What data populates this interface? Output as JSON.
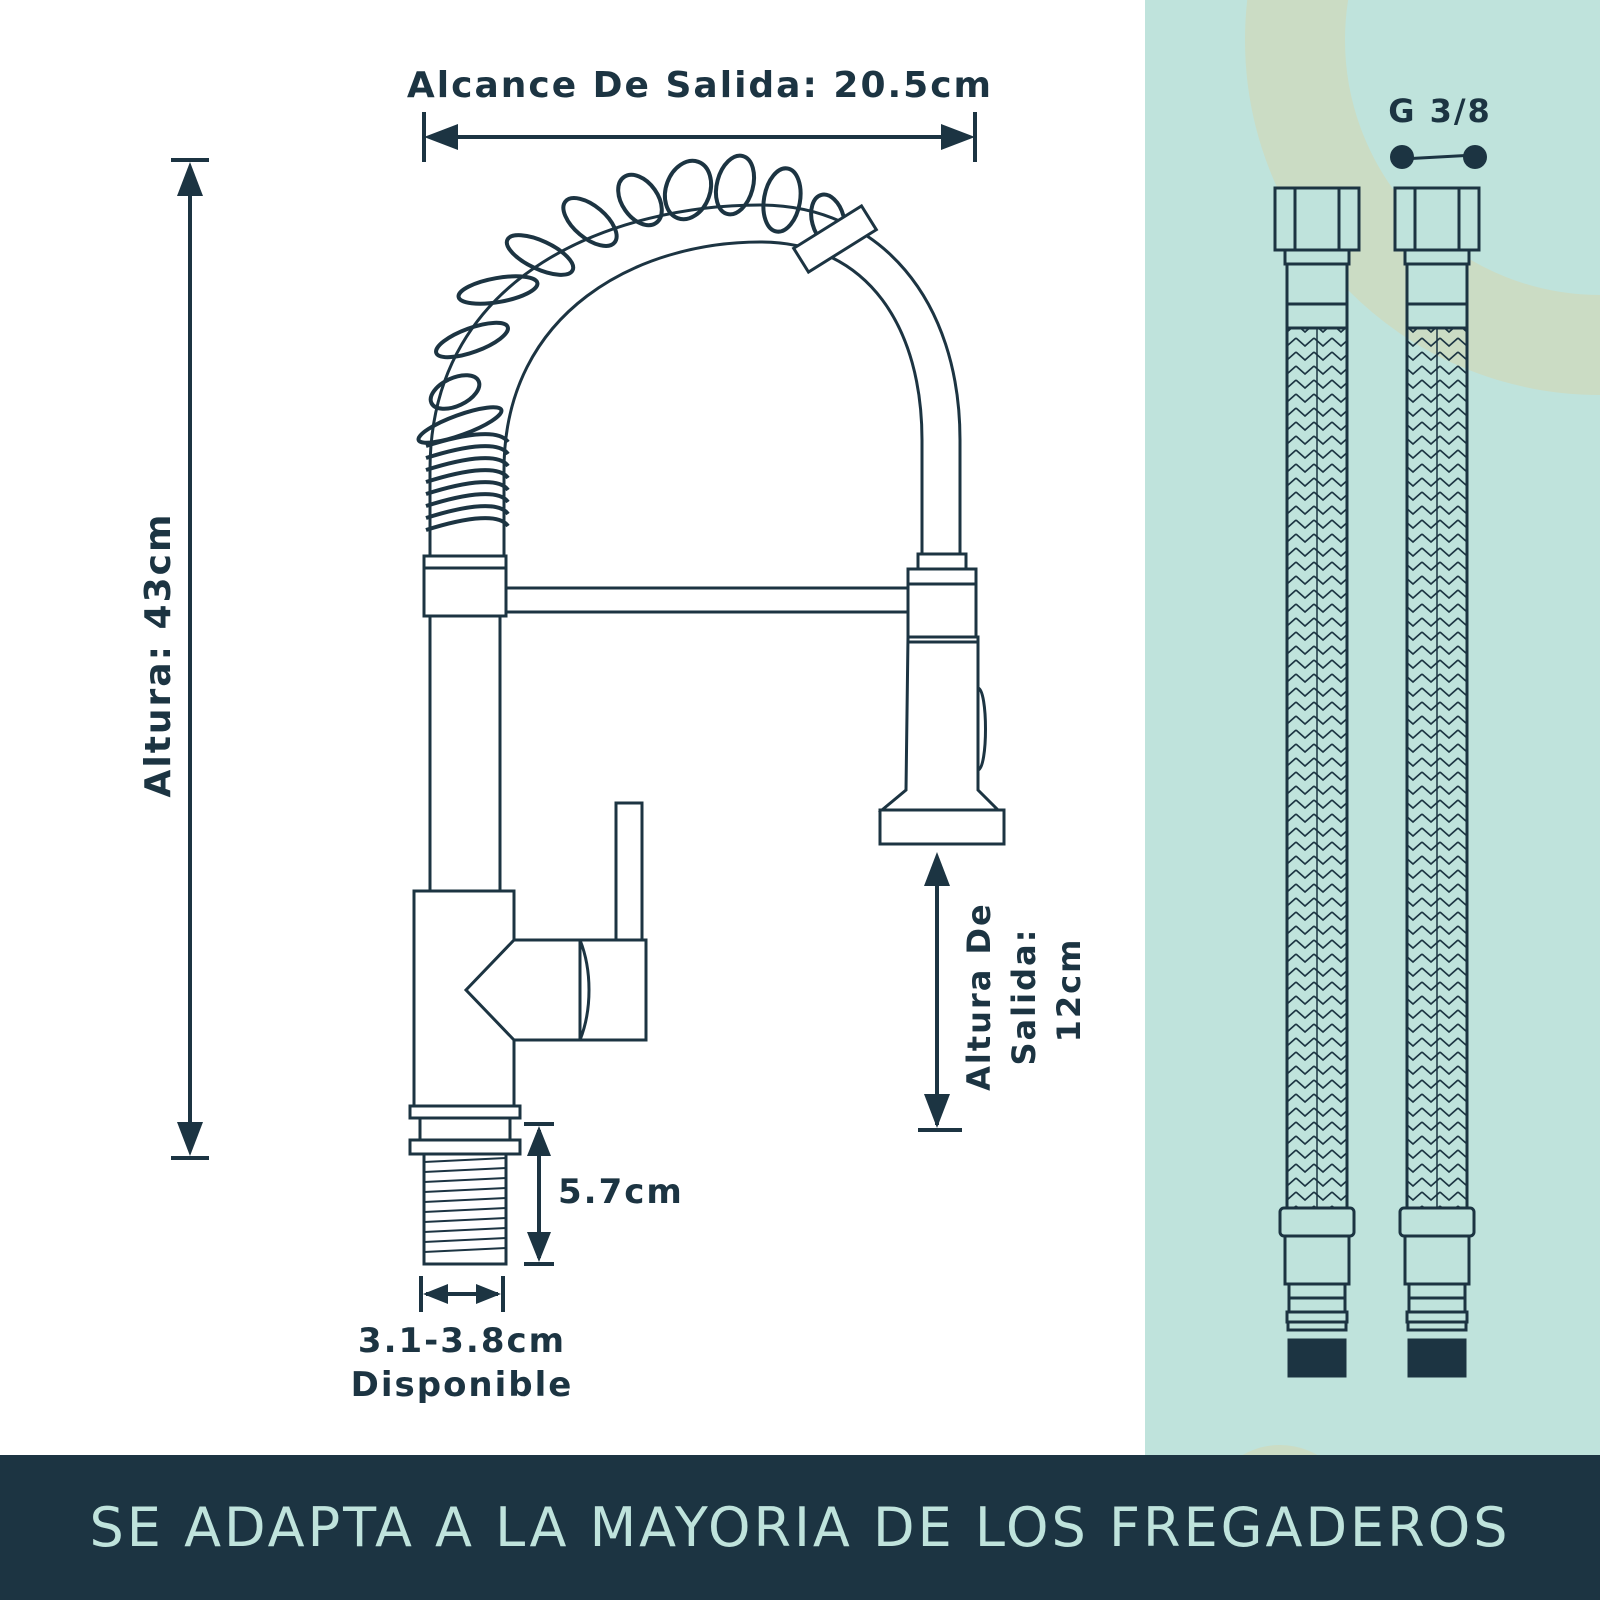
{
  "colors": {
    "ink": "#1c3442",
    "panel": "#bfe3dc",
    "panel_accent": "#cbdcc4",
    "footer_bg": "#1c3442",
    "footer_text": "#bfe3dc"
  },
  "dimensions": {
    "reach_label": "Alcance De Salida: 20.5cm",
    "height_label": "Altura: 43cm",
    "spout_height_lines": [
      "Altura De",
      "Salida:",
      "12cm"
    ],
    "shank_length_label": "5.7cm",
    "hole_size_line1": "3.1-3.8cm",
    "hole_size_line2": "Disponible"
  },
  "hoses": {
    "thread_label": "G 3/8",
    "count": 2
  },
  "footer": {
    "text": "SE ADAPTA A LA MAYORIA DE LOS FREGADEROS"
  }
}
